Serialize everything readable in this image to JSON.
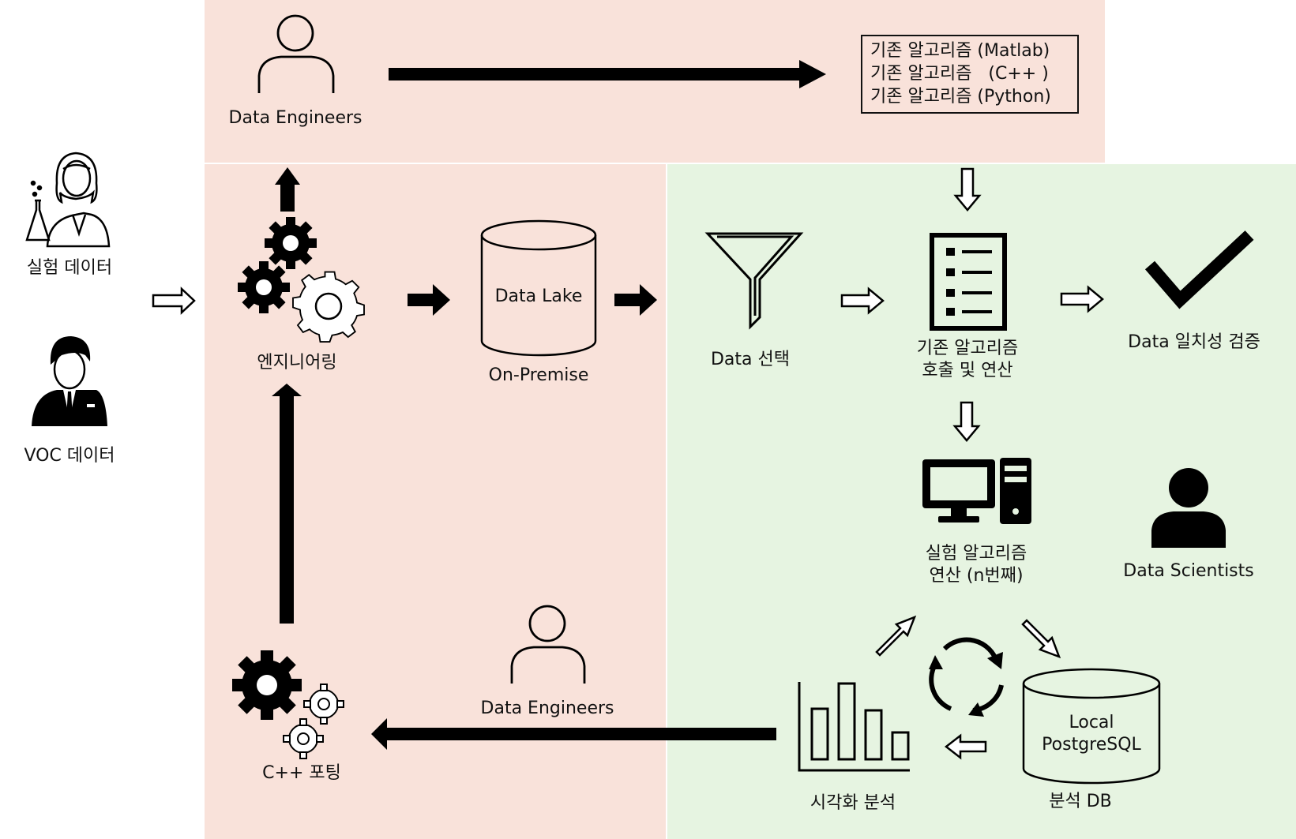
{
  "colors": {
    "pink_region": "#f9e2da",
    "green_region": "#e6f4e1",
    "ink": "#000000"
  },
  "labels": {
    "exp_data": "실험 데이터",
    "voc_data": "VOC 데이터",
    "data_engineers_top": "Data Engineers",
    "engineering": "엔지니어링",
    "data_lake": "Data Lake",
    "on_premise": "On-Premise",
    "data_select": "Data 선택",
    "existing_algo_call_1": "기존 알고리즘",
    "existing_algo_call_2": "호출 및 연산",
    "data_consistency": "Data 일치성 검증",
    "exp_algo_1": "실험 알고리즘",
    "exp_algo_2": "연산 (n번째)",
    "data_scientists": "Data Scientists",
    "data_engineers_bottom": "Data Engineers",
    "cpp_porting": "C++ 포팅",
    "visualization": "시각화 분석",
    "local_db_1": "Local",
    "local_db_2": "PostgreSQL",
    "analysis_db": "분석 DB"
  },
  "algo_box": {
    "line1": "기존 알고리즘 (Matlab)",
    "line2": "기존 알고리즘   (C++ )",
    "line3": "기존 알고리즘 (Python)"
  },
  "icons": [
    "scientist-woman-icon",
    "businessman-icon",
    "person-outline-icon",
    "gears-icon",
    "database-cylinder-icon",
    "funnel-icon",
    "checklist-icon",
    "checkmark-icon",
    "computer-icon",
    "person-solid-icon",
    "bar-chart-icon",
    "refresh-cycle-icon"
  ]
}
